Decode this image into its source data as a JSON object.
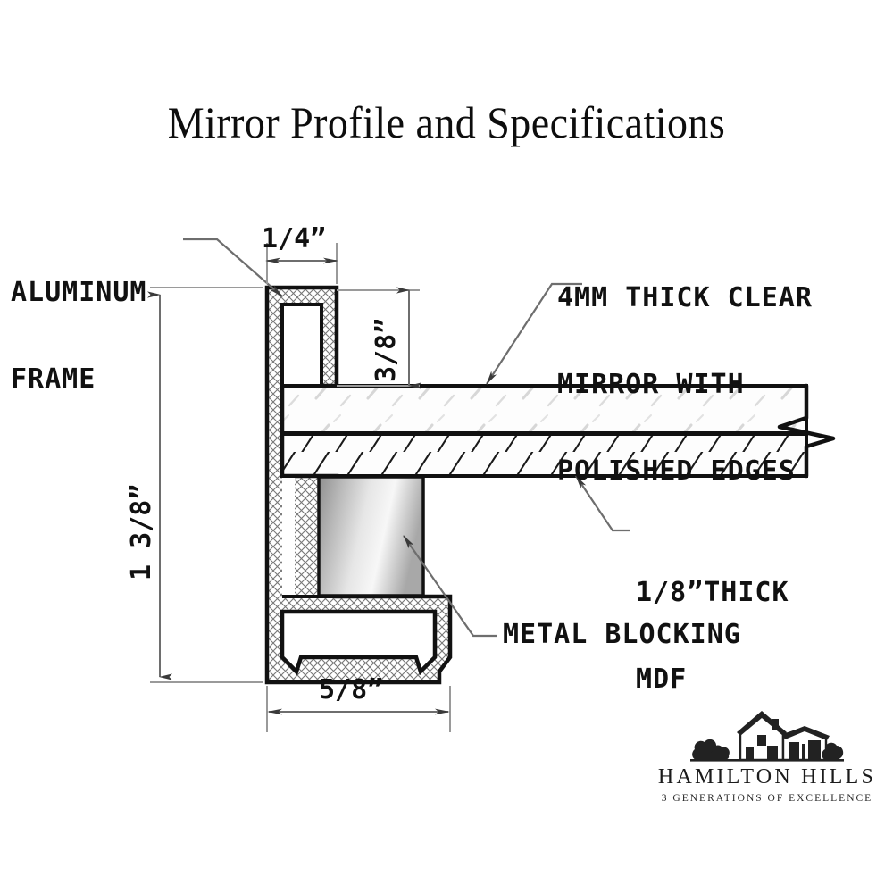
{
  "title": "Mirror Profile and Specifications",
  "labels": {
    "aluminum_frame_line1": "ALUMINUM",
    "aluminum_frame_line2": "FRAME",
    "mirror_line1": "4MM THICK CLEAR",
    "mirror_line2": "MIRROR WITH",
    "mirror_line3": "POLISHED EDGES",
    "mdf_line1": "1/8”THICK",
    "mdf_line2": "MDF",
    "metal_blocking": "METAL BLOCKING"
  },
  "dimensions": {
    "frame_thickness": "1/4”",
    "mirror_reveal": "3/8”",
    "overall_height": "1 3/8”",
    "overall_depth": "5/8”"
  },
  "logo": {
    "brand": "HAMILTON HILLS",
    "tagline": "3 GENERATIONS OF EXCELLENCE",
    "mark": "house-icon"
  },
  "colors": {
    "ink": "#111111",
    "thin_line": "#8a8a8a",
    "metal_light": "#f2f2f2",
    "metal_dark": "#9a9a9a",
    "paper": "#ffffff"
  },
  "drawing": {
    "view": "section",
    "components": [
      {
        "name": "aluminum-frame-profile",
        "fill": "cross-hatch"
      },
      {
        "name": "mirror-glass-layer",
        "fill": "glass-streak"
      },
      {
        "name": "mdf-backing-layer",
        "fill": "diagonal-hatch"
      },
      {
        "name": "metal-blocking-block",
        "fill": "gray-gradient"
      },
      {
        "name": "break-line-symbol",
        "fill": "none"
      }
    ]
  }
}
